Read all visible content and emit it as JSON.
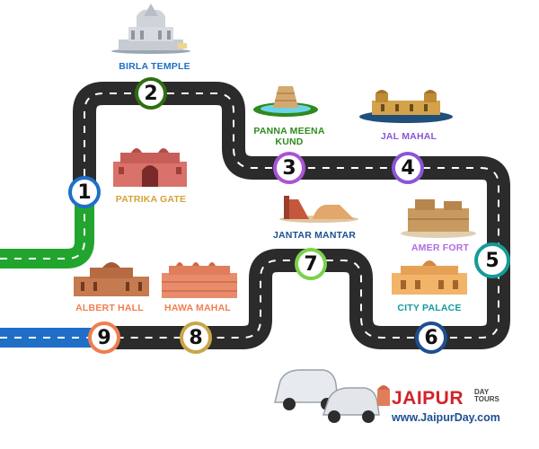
{
  "stops": [
    {
      "number": "1",
      "label": "PATRIKA GATE",
      "ring_color": "#1f6fc7",
      "label_color": "#d6a237"
    },
    {
      "number": "2",
      "label": "BIRLA TEMPLE",
      "ring_color": "#2f6e0f",
      "label_color": "#1f6fc7"
    },
    {
      "number": "3",
      "label_line1": "PANNA MEENA",
      "label_line2": "KUND",
      "ring_color": "#a855d4",
      "label_color": "#2f8a1f"
    },
    {
      "number": "4",
      "label": "JAL MAHAL",
      "ring_color": "#8a56d6",
      "label_color": "#8a56d6"
    },
    {
      "number": "5",
      "label": "AMER FORT",
      "ring_color": "#159a9a",
      "label_color": "#b06be0"
    },
    {
      "number": "6",
      "label": "CITY PALACE",
      "ring_color": "#1d4f91",
      "label_color": "#159a9a"
    },
    {
      "number": "7",
      "label": "JANTAR MANTAR",
      "ring_color": "#7bd24a",
      "label_color": "#1d4f91"
    },
    {
      "number": "8",
      "label": "HAWA MAHAL",
      "ring_color": "#c9a64a",
      "label_color": "#ef7e4f"
    },
    {
      "number": "9",
      "label": "ALBERT HALL",
      "ring_color": "#ef7e4f",
      "label_color": "#ef7e4f"
    }
  ],
  "brand": {
    "name": "JAIPUR",
    "tagline_line1": "DAY",
    "tagline_line2": "TOURS",
    "website": "www.JaipurDay.com"
  },
  "colors": {
    "road": "#2b2b2b",
    "dash": "#ffffff",
    "green_road": "#22a52e",
    "blue_road": "#1f6fc7"
  }
}
